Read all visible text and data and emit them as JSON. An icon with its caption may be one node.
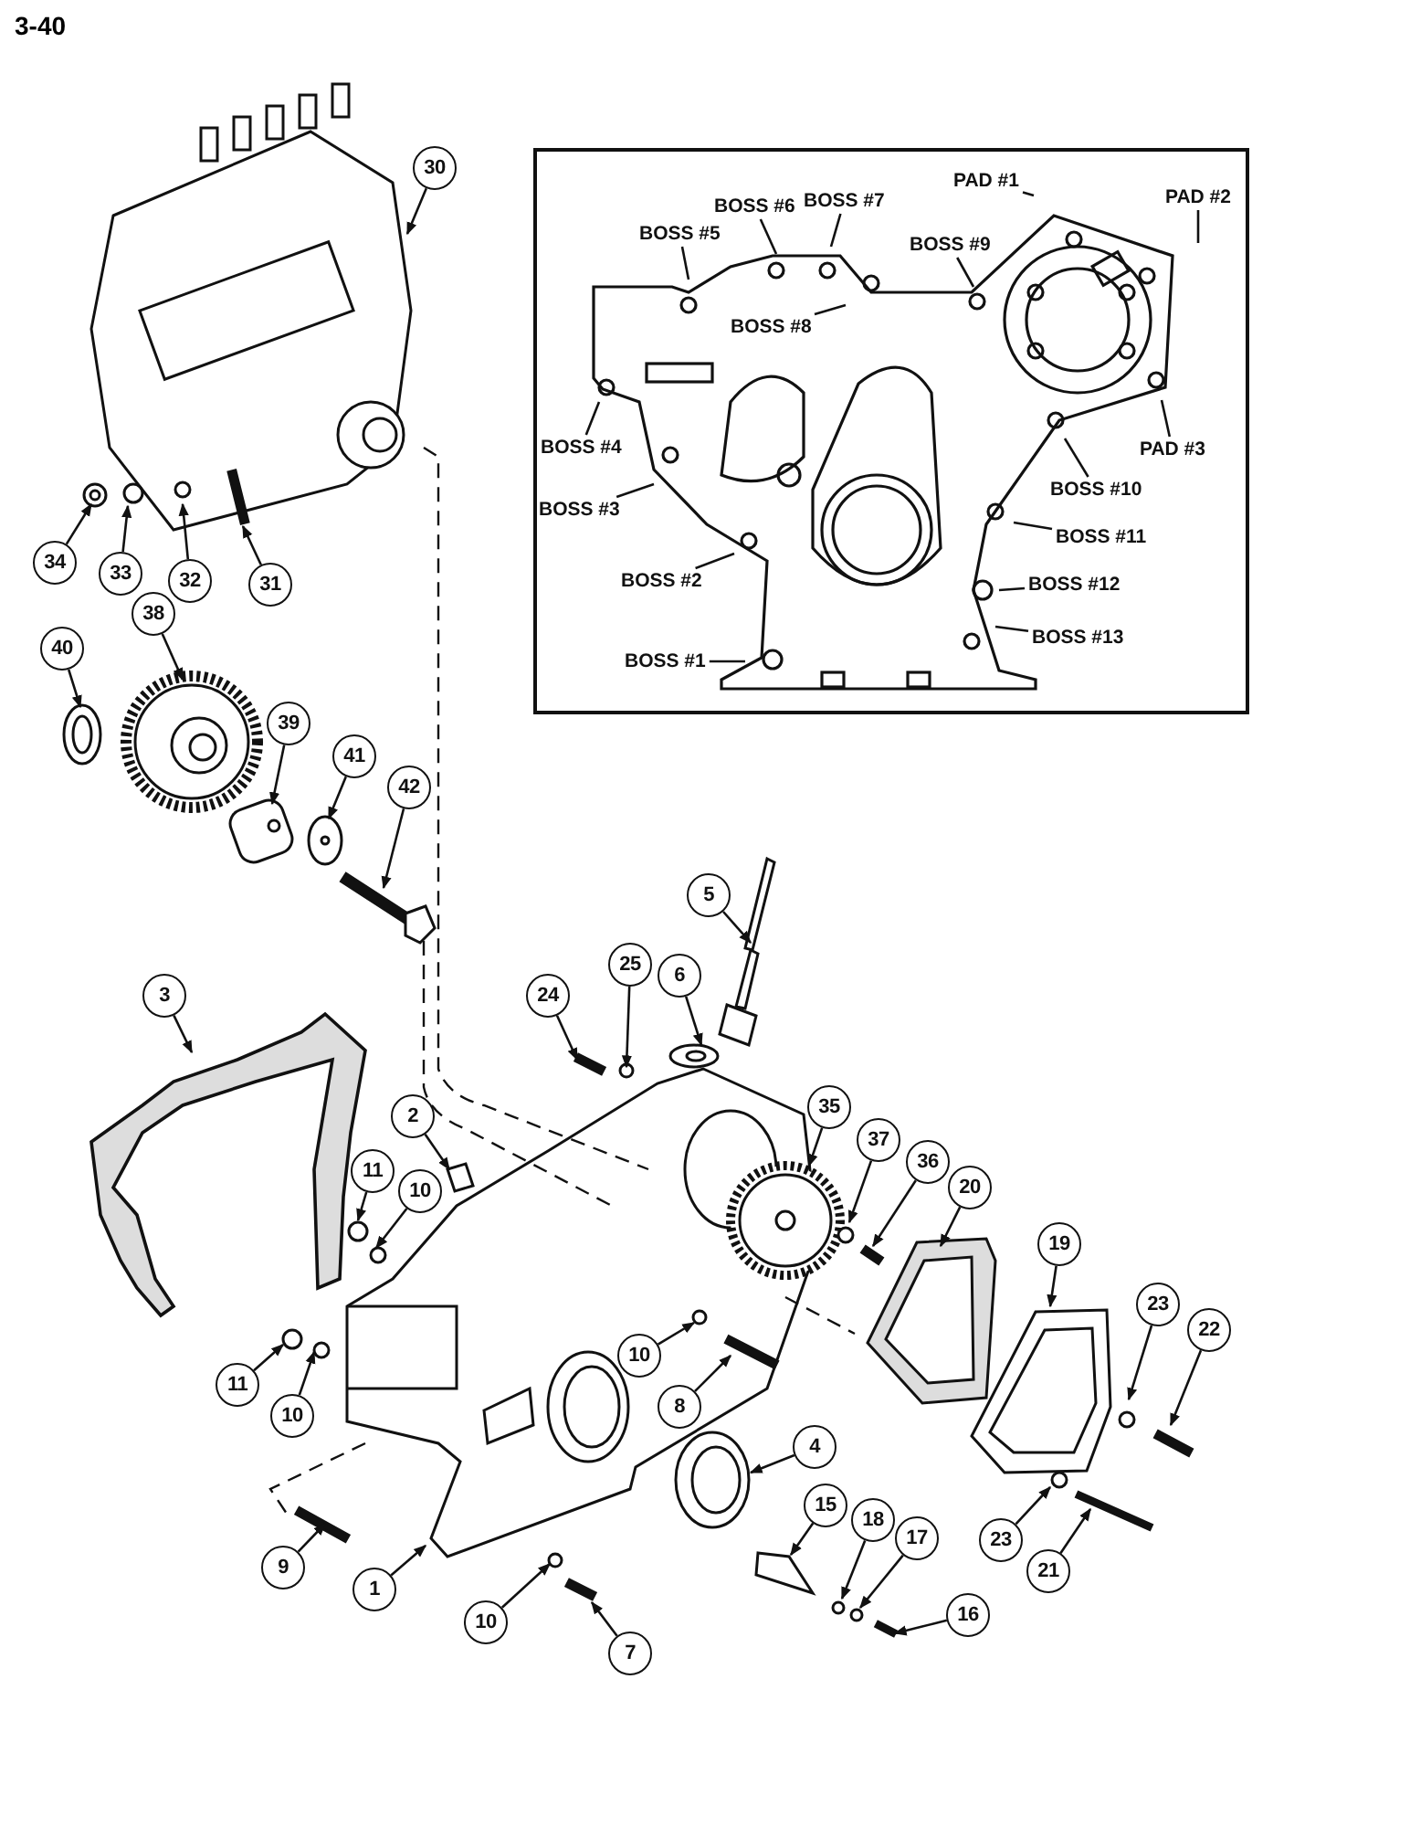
{
  "diagram": {
    "nodes": [
      {
        "text": [
          "30"
        ]
      },
      {
        "text": [],
        "shape": "box"
      },
      {
        "text": [
          "PAD #1"
        ],
        "in": 1
      },
      {
        "text": [
          "BOSS #6"
        ],
        "in": 1
      },
      {
        "text": [
          "BOSS #7"
        ],
        "in": 1
      },
      {
        "text": [
          "PAD #2"
        ],
        "in": 1
      },
      {
        "text": [
          "BOSS #5"
        ],
        "in": 1
      },
      {
        "text": [
          "BOSS #9"
        ],
        "in": 1
      },
      {
        "text": [
          "BOSS #8"
        ],
        "in": 1
      },
      {
        "text": [
          "BOSS #4"
        ],
        "in": 1
      },
      {
        "text": [
          "PAD #3"
        ],
        "in": 1
      },
      {
        "text": [
          "BOSS #10"
        ],
        "in": 1
      },
      {
        "text": [
          "BOSS #3"
        ],
        "in": 1
      },
      {
        "text": [
          "BOSS #11"
        ],
        "in": 1
      },
      {
        "text": [
          "BOSS #2"
        ],
        "in": 1
      },
      {
        "text": [
          "BOSS #12"
        ],
        "in": 1
      },
      {
        "text": [
          "BOSS #13"
        ],
        "in": 1
      },
      {
        "text": [
          "BOSS #1"
        ],
        "in": 1
      },
      {
        "text": [
          "34"
        ]
      },
      {
        "text": [
          "33"
        ]
      },
      {
        "text": [
          "32"
        ]
      },
      {
        "text": [
          "31"
        ]
      },
      {
        "text": [
          "40"
        ]
      },
      {
        "text": [
          "38"
        ]
      },
      {
        "text": [
          "39"
        ]
      },
      {
        "text": [
          "41"
        ]
      },
      {
        "text": [
          "42"
        ]
      },
      {
        "text": [
          "5"
        ]
      },
      {
        "text": [
          "6"
        ]
      },
      {
        "text": [
          "24"
        ]
      },
      {
        "text": [
          "25"
        ]
      },
      {
        "text": [
          "3"
        ]
      },
      {
        "text": [
          "2"
        ]
      },
      {
        "text": [
          "11"
        ]
      },
      {
        "text": [
          "10"
        ]
      },
      {
        "text": [
          "35"
        ]
      },
      {
        "text": [
          "37"
        ]
      },
      {
        "text": [
          "36"
        ]
      },
      {
        "text": [
          "20"
        ]
      },
      {
        "text": [
          "19"
        ]
      },
      {
        "text": [
          "23"
        ]
      },
      {
        "text": [
          "22"
        ]
      },
      {
        "text": [
          "11"
        ]
      },
      {
        "text": [
          "10"
        ]
      },
      {
        "text": [
          "10"
        ]
      },
      {
        "text": [
          "8"
        ]
      },
      {
        "text": [
          "4"
        ]
      },
      {
        "text": [
          "15"
        ]
      },
      {
        "text": [
          "18"
        ]
      },
      {
        "text": [
          "17"
        ]
      },
      {
        "text": [
          "16"
        ]
      },
      {
        "text": [
          "23"
        ]
      },
      {
        "text": [
          "21"
        ]
      },
      {
        "text": [
          "9"
        ]
      },
      {
        "text": [
          "1"
        ]
      },
      {
        "text": [
          "10"
        ]
      },
      {
        "text": [
          "7"
        ]
      }
    ],
    "edges": [
      {
        "from": 0,
        "to": null,
        "arrow": "to"
      },
      {
        "from": 2,
        "to": null,
        "arrow": "none"
      },
      {
        "from": 3,
        "to": null,
        "arrow": "none"
      },
      {
        "from": 4,
        "to": null,
        "arrow": "none"
      },
      {
        "from": 5,
        "to": null,
        "arrow": "none"
      },
      {
        "from": 6,
        "to": null,
        "arrow": "none"
      },
      {
        "from": 7,
        "to": null,
        "arrow": "none"
      },
      {
        "from": 8,
        "to": null,
        "arrow": "none"
      },
      {
        "from": 9,
        "to": null,
        "arrow": "none"
      },
      {
        "from": 10,
        "to": null,
        "arrow": "none"
      },
      {
        "from": 11,
        "to": null,
        "arrow": "none"
      },
      {
        "from": 12,
        "to": null,
        "arrow": "none"
      },
      {
        "from": 13,
        "to": null,
        "arrow": "none"
      },
      {
        "from": 14,
        "to": null,
        "arrow": "none"
      },
      {
        "from": 15,
        "to": null,
        "arrow": "none"
      },
      {
        "from": 16,
        "to": null,
        "arrow": "none"
      },
      {
        "from": 17,
        "to": null,
        "arrow": "none"
      },
      {
        "from": 18,
        "to": null,
        "arrow": "to"
      },
      {
        "from": 19,
        "to": null,
        "arrow": "to"
      },
      {
        "from": 20,
        "to": null,
        "arrow": "to"
      },
      {
        "from": 21,
        "to": null,
        "arrow": "to"
      },
      {
        "from": 22,
        "to": null,
        "arrow": "to"
      },
      {
        "from": 23,
        "to": null,
        "arrow": "to"
      },
      {
        "from": 24,
        "to": null,
        "arrow": "to"
      },
      {
        "from": 25,
        "to": null,
        "arrow": "to"
      },
      {
        "from": 26,
        "to": null,
        "arrow": "to"
      },
      {
        "from": 27,
        "to": null,
        "arrow": "to"
      },
      {
        "from": 28,
        "to": null,
        "arrow": "to"
      },
      {
        "from": 29,
        "to": null,
        "arrow": "to"
      },
      {
        "from": 30,
        "to": null,
        "arrow": "to"
      },
      {
        "from": 31,
        "to": null,
        "arrow": "to"
      },
      {
        "from": 32,
        "to": null,
        "arrow": "to"
      },
      {
        "from": 33,
        "to": null,
        "arrow": "to"
      },
      {
        "from": 34,
        "to": null,
        "arrow": "to"
      },
      {
        "from": 35,
        "to": null,
        "arrow": "to"
      },
      {
        "from": 36,
        "to": null,
        "arrow": "to"
      },
      {
        "from": 37,
        "to": null,
        "arrow": "to"
      },
      {
        "from": 38,
        "to": null,
        "arrow": "to"
      },
      {
        "from": 39,
        "to": null,
        "arrow": "to"
      },
      {
        "from": 40,
        "to": null,
        "arrow": "to"
      },
      {
        "from": 41,
        "to": null,
        "arrow": "to"
      },
      {
        "from": 42,
        "to": null,
        "arrow": "to"
      },
      {
        "from": 43,
        "to": null,
        "arrow": "to"
      },
      {
        "from": 44,
        "to": null,
        "arrow": "to"
      },
      {
        "from": 45,
        "to": null,
        "arrow": "to"
      },
      {
        "from": 46,
        "to": null,
        "arrow": "to"
      },
      {
        "from": 47,
        "to": null,
        "arrow": "to"
      },
      {
        "from": 48,
        "to": null,
        "arrow": "to"
      },
      {
        "from": 49,
        "to": null,
        "arrow": "to"
      },
      {
        "from": 50,
        "to": null,
        "arrow": "to"
      },
      {
        "from": 51,
        "to": null,
        "arrow": "to"
      },
      {
        "from": 52,
        "to": null,
        "arrow": "to"
      },
      {
        "from": 53,
        "to": null,
        "arrow": "to"
      },
      {
        "from": 54,
        "to": null,
        "arrow": "to"
      },
      {
        "from": 55,
        "to": null,
        "arrow": "to"
      },
      {
        "from": 56,
        "to": null,
        "arrow": "to"
      }
    ],
    "labels": [
      "3-40"
    ]
  }
}
